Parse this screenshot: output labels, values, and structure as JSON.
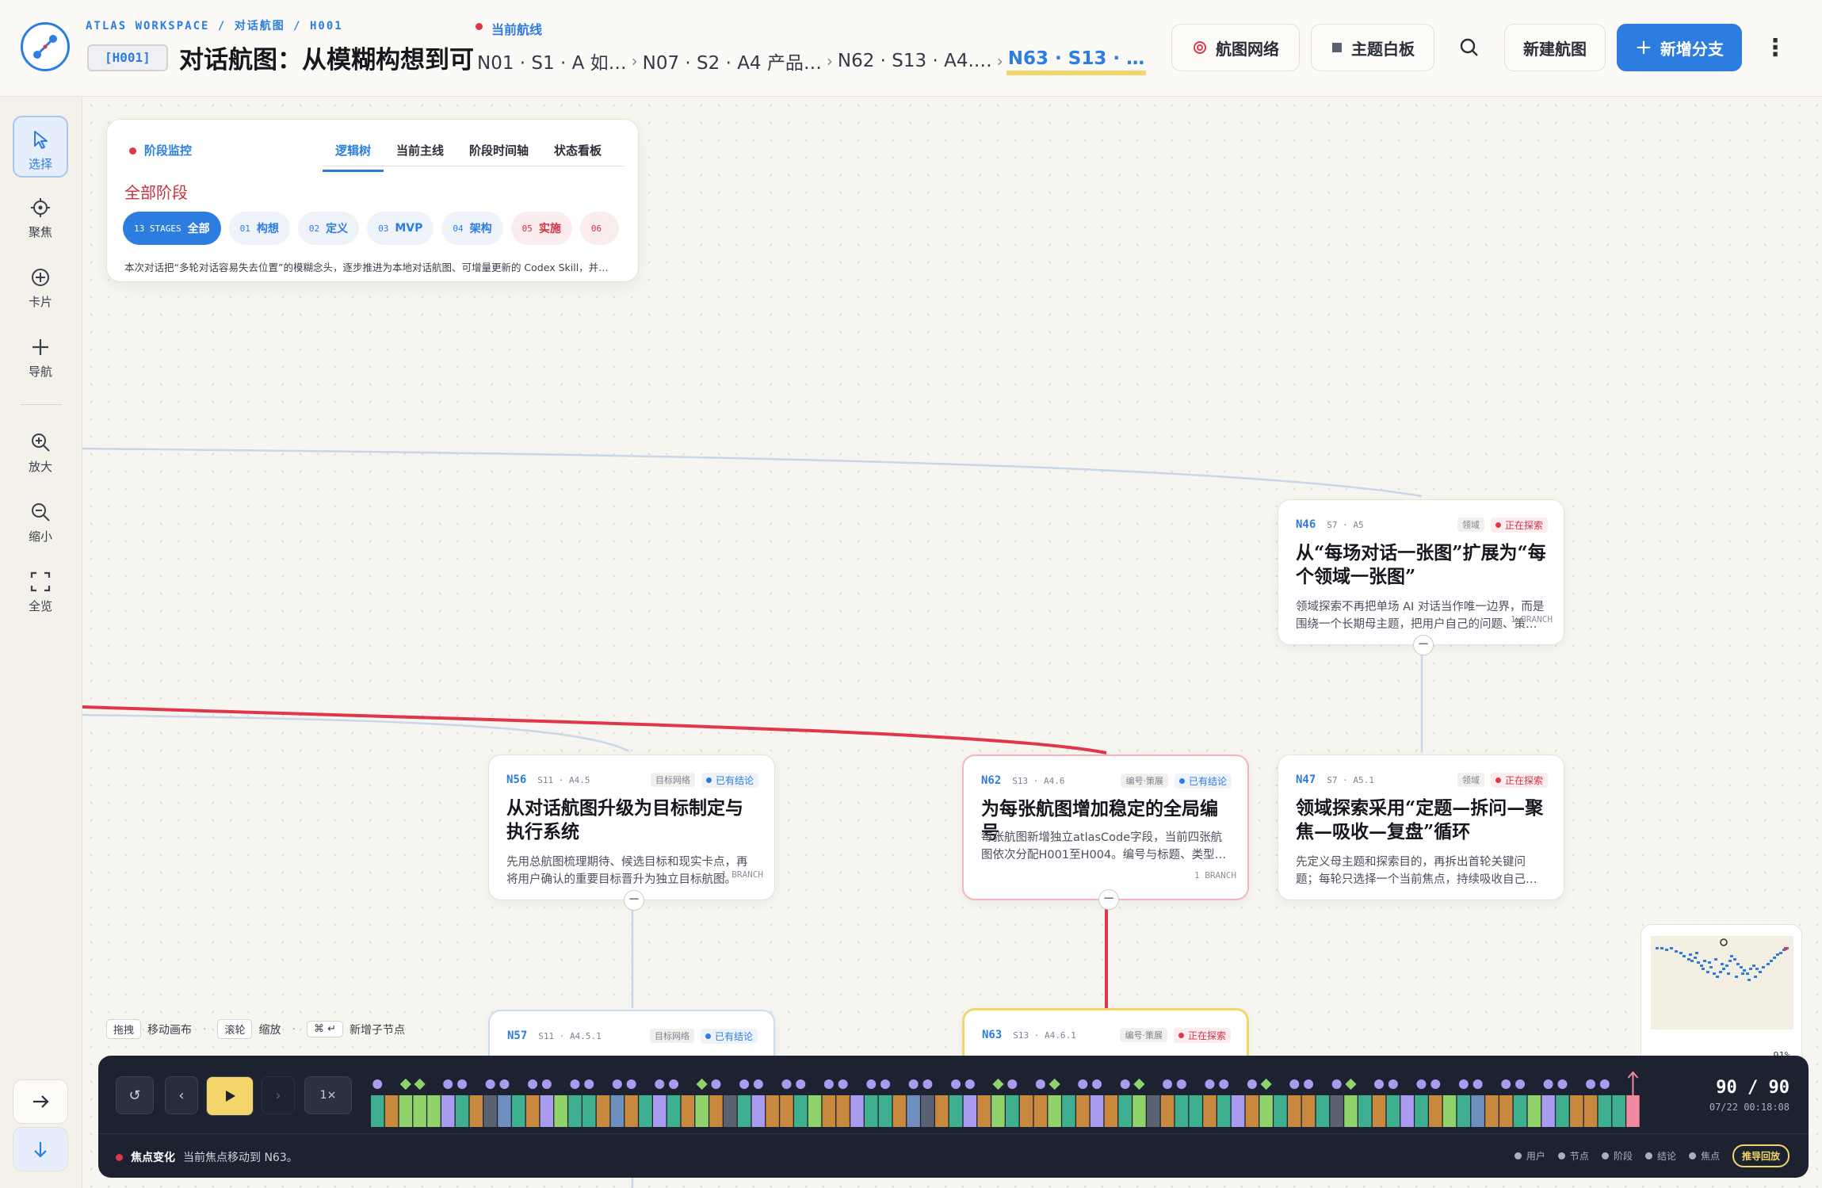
{
  "header": {
    "breadcrumb": "ATLAS WORKSPACE / 对话航图 / H001",
    "code_tag": "[H001]",
    "title": "对话航图：从模糊构想到可",
    "route_label": "当前航线",
    "route": [
      {
        "label": "N01 · S1 · A 如…",
        "active": false
      },
      {
        "label": "N07 · S2 · A4 产品…",
        "active": false
      },
      {
        "label": "N62 · S13 · A4.…",
        "active": false
      },
      {
        "label": "N63 · S13 · …",
        "active": true
      }
    ],
    "buttons": {
      "network": "航图网络",
      "board": "主题白板",
      "new_map": "新建航图",
      "add_branch": "新增分支"
    },
    "icons": {
      "logo": "route-logo-icon",
      "network": "target-icon",
      "board": "square-icon",
      "search": "search-icon",
      "more": "more-vertical-icon",
      "add": "plus-icon"
    }
  },
  "sidebar": {
    "tools": [
      {
        "label": "选择",
        "icon": "cursor-icon",
        "active": true
      },
      {
        "label": "聚焦",
        "icon": "crosshair-icon",
        "active": false
      },
      {
        "label": "卡片",
        "icon": "circle-plus-icon",
        "active": false
      },
      {
        "label": "导航",
        "icon": "plus-icon",
        "active": false
      },
      {
        "label": "放大",
        "icon": "zoom-in-icon",
        "active": false
      },
      {
        "label": "缩小",
        "icon": "zoom-out-icon",
        "active": false
      },
      {
        "label": "全览",
        "icon": "fit-view-icon",
        "active": false
      }
    ],
    "bottom": [
      "arrow-right-icon",
      "arrow-down-icon"
    ]
  },
  "stage_panel": {
    "title": "阶段监控",
    "tabs": [
      "逻辑树",
      "当前主线",
      "阶段时间轴",
      "状态看板"
    ],
    "active_tab": 0,
    "heading": "全部阶段",
    "chips": [
      {
        "num": "13 STAGES",
        "label": "全部",
        "kind": "all"
      },
      {
        "num": "01",
        "label": "构想",
        "kind": "blue"
      },
      {
        "num": "02",
        "label": "定义",
        "kind": "blue"
      },
      {
        "num": "03",
        "label": "MVP",
        "kind": "blue"
      },
      {
        "num": "04",
        "label": "架构",
        "kind": "blue"
      },
      {
        "num": "05",
        "label": "实施",
        "kind": "red"
      },
      {
        "num": "06",
        "label": "",
        "kind": "red"
      }
    ],
    "description": "本次对话把“多轮对话容易失去位置”的模糊念头，逐步推进为本地对话航图、可增量更新的 Codex Skill，并…"
  },
  "nodes": {
    "n46": {
      "code": "N46",
      "stage": "S7 · A5",
      "tag": "领域",
      "status": "正在探索",
      "title": "从“每场对话一张图”扩展为“每个领域一张图”",
      "desc": "领域探索不再把单场 AI 对话当作唯一边界，而是围绕一个长期母主题，把用户自己的问题、策…",
      "branch": "1 BRANCH"
    },
    "n56": {
      "code": "N56",
      "stage": "S11 · A4.5",
      "tag": "目标网络",
      "status": "已有结论",
      "title": "从对话航图升级为目标制定与执行系统",
      "desc": "先用总航图梳理期待、候选目标和现实卡点，再将用户确认的重要目标晋升为独立目标航图。",
      "branch": "1 BRANCH"
    },
    "n62": {
      "code": "N62",
      "stage": "S13 · A4.6",
      "tag": "编号·策展",
      "status": "已有结论",
      "title": "为每张航图增加稳定的全局编号",
      "desc": "每张航图新增独立atlasCode字段，当前四张航图依次分配H001至H004。编号与标题、类型…",
      "branch": "1 BRANCH"
    },
    "n47": {
      "code": "N47",
      "stage": "S7 · A5.1",
      "tag": "领域",
      "status": "正在探索",
      "title": "领域探索采用“定题—拆问—聚焦—吸收—复盘”循环",
      "desc": "先定义母主题和探索目的，再拆出首轮关键问题；每轮只选择一个当前焦点，持续吸收自己…"
    },
    "n57": {
      "code": "N57",
      "stage": "S11 · A4.5.1",
      "tag": "目标网络",
      "status": "已有结论"
    },
    "n63": {
      "code": "N63",
      "stage": "S13 · A4.6.1",
      "tag": "编号·策展",
      "status": "正在探索"
    }
  },
  "hints": [
    {
      "key": "拖拽",
      "label": "移动画布"
    },
    {
      "key": "滚轮",
      "label": "缩放"
    },
    {
      "key": "⌘ ↵",
      "label": "新增子节点"
    }
  ],
  "minimap": {
    "zoom": "91%"
  },
  "timeline": {
    "speed": "1×",
    "counter": "90 / 90",
    "date": "07/22 00:18:08",
    "focus_label": "焦点变化",
    "focus_message": "当前焦点移动到 N63。",
    "legend": [
      "用户",
      "节点",
      "阶段",
      "结论",
      "焦点"
    ],
    "guide": "推导回放",
    "colors": {
      "user": "#a99cf0",
      "node": "#3fb08f",
      "stage": "#c8893f",
      "conclusion": "#8fd36a",
      "focus": "#f08aa0",
      "muted": "#5a6170",
      "slate": "#6f8fbf"
    }
  }
}
